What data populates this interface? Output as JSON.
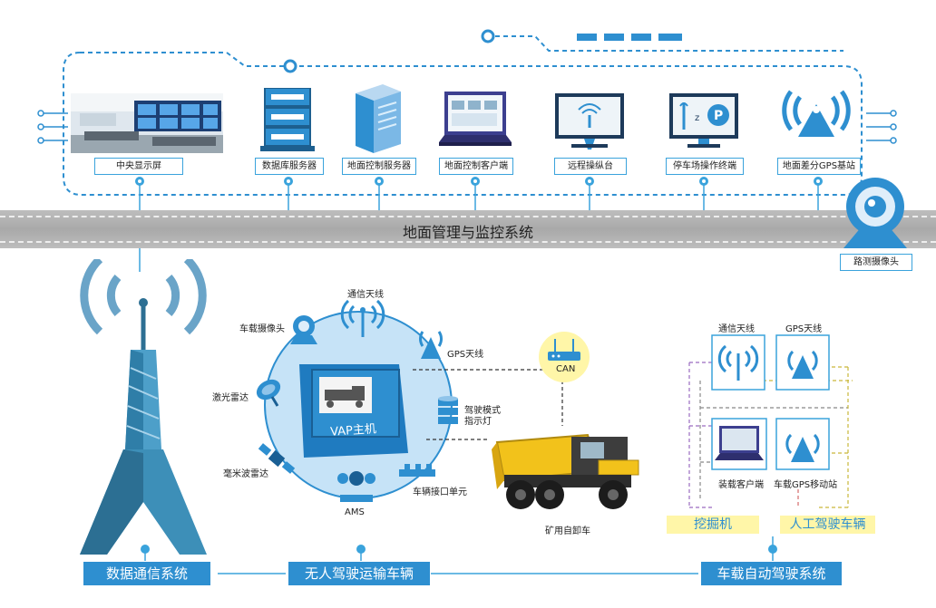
{
  "top_system": {
    "title": "地面管理与监控系统",
    "devices": [
      {
        "label": "中央显示屏"
      },
      {
        "label": "数据库服务器"
      },
      {
        "label": "地面控制服务器"
      },
      {
        "label": "地面控制客户端"
      },
      {
        "label": "远程操纵台"
      },
      {
        "label": "停车场操作终端"
      },
      {
        "label": "地面差分GPS基站"
      }
    ],
    "camera_label": "路测摄像头"
  },
  "vap": {
    "title": "VAP主机",
    "peripherals": {
      "antenna": "通信天线",
      "camera": "车载摄像头",
      "gps": "GPS天线",
      "lidar": "激光雷达",
      "indicator": "驾驶模式\n指示灯",
      "radar": "毫米波雷达",
      "interface": "车辆接口单元",
      "ams": "AMS"
    },
    "can_label": "CAN",
    "truck_label": "矿用自卸车"
  },
  "right_panel": {
    "antenna": "通信天线",
    "gps": "GPS天线",
    "client": "装载客户端",
    "mobile_station": "车载GPS移动站",
    "excavator": "挖掘机",
    "manual_vehicle": "人工驾驶车辆"
  },
  "bottom_systems": [
    {
      "label": "数据通信系统"
    },
    {
      "label": "无人驾驶运输车辆"
    },
    {
      "label": "车载自动驾驶系统"
    }
  ],
  "colors": {
    "accent": "#2e8fd0",
    "line": "#3aa3dc",
    "highlight": "#fff6a8",
    "tower": "#3d8fb8",
    "truck": "#f2c21b"
  }
}
